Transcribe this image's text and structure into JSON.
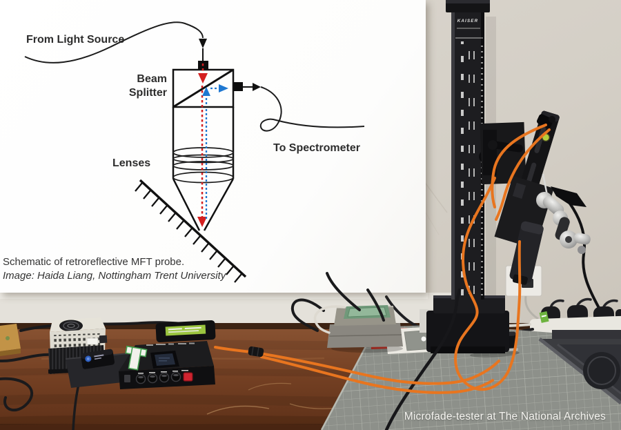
{
  "schematic_panel": {
    "labels": {
      "from_light_source": "From Light Source",
      "beam_splitter": "Beam\nSplitter",
      "lenses": "Lenses",
      "to_spectrometer": "To Spectrometer"
    },
    "caption": {
      "line1": "Schematic of retroreflective MFT probe.",
      "line2": "Image: Haida Liang, Nottingham Trent University"
    },
    "beam_colors": {
      "illumination": "#d42020",
      "collection": "#1f78d1"
    }
  },
  "photo": {
    "caption": "Microfade-tester at The National Archives",
    "stand_brand": "KAISER",
    "accent_colors": {
      "fiber_orange": "#e8751f",
      "bubble_level_green": "#b6cf3c"
    }
  }
}
